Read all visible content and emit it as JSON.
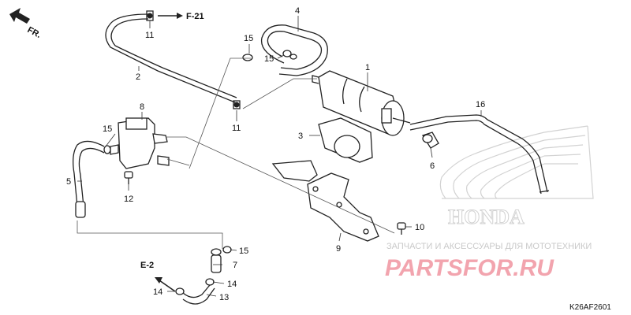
{
  "orientation": {
    "label": "FR."
  },
  "references": {
    "f21": "F-21",
    "e2": "E-2"
  },
  "callouts": [
    "1",
    "2",
    "3",
    "4",
    "5",
    "6",
    "7",
    "8",
    "9",
    "10",
    "11",
    "11",
    "12",
    "13",
    "14",
    "14",
    "15",
    "15",
    "15",
    "15",
    "16"
  ],
  "drawing_code": "K26AF2601",
  "watermark": {
    "tagline": "ЗАПЧАСТИ И АКСЕССУАРЫ ДЛЯ МОТОТЕХНИКИ",
    "brand": "PARTSFOR.RU",
    "logo": "HONDA",
    "colors": {
      "brand": "#f2a4ae",
      "gray": "#d2d2d2"
    }
  }
}
